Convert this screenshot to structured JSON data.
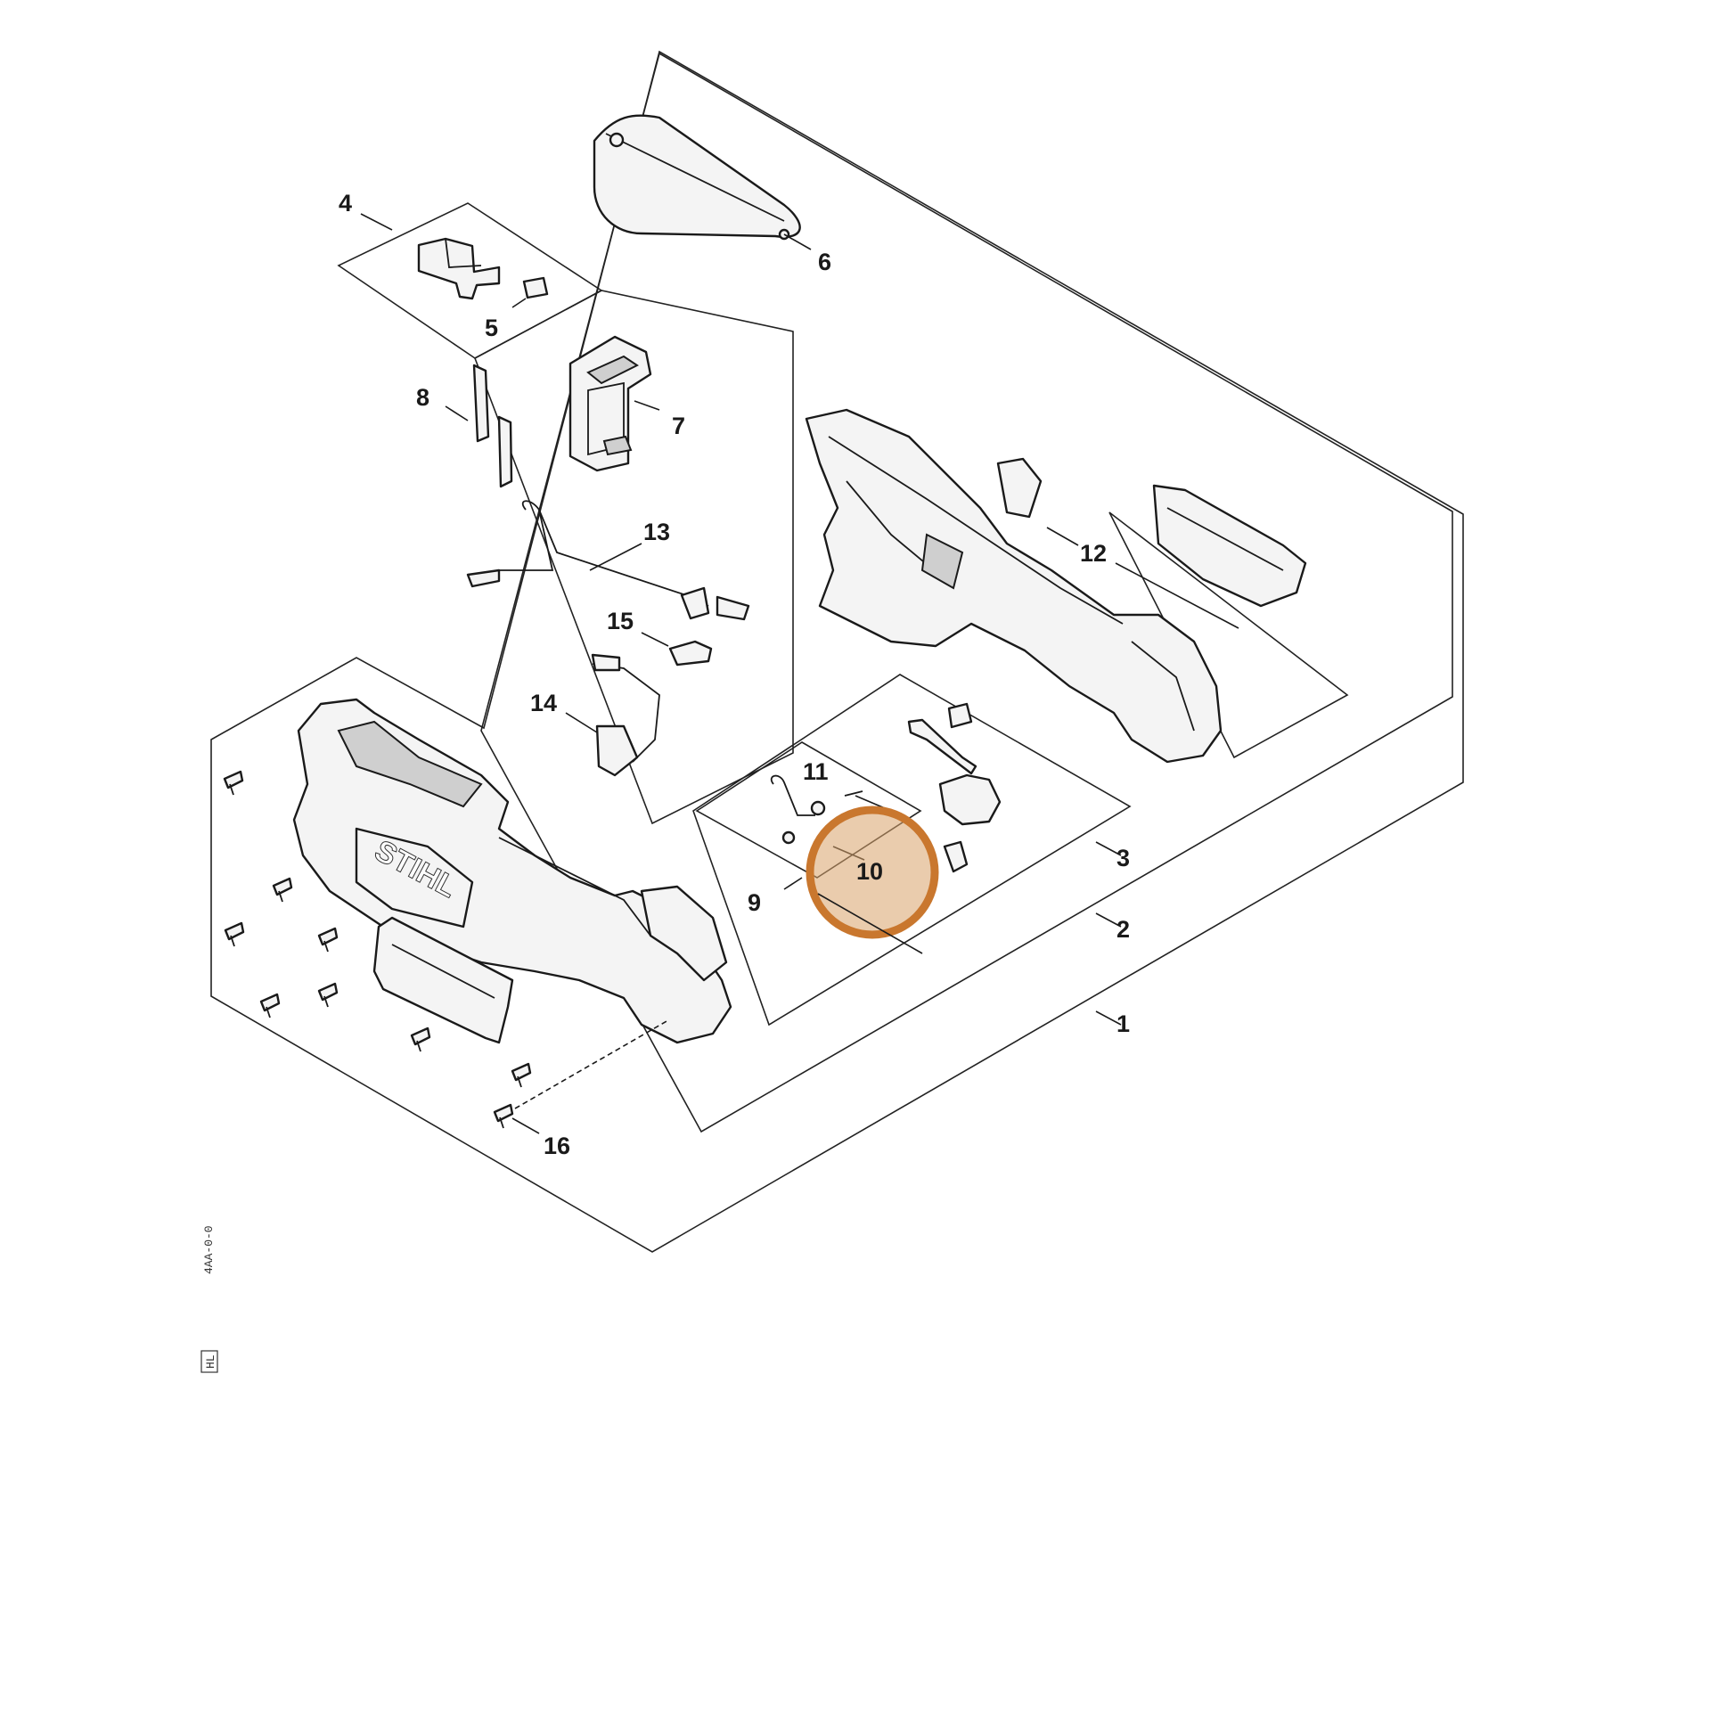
{
  "diagram": {
    "brand_logo": "STIHL",
    "reference_code": "4AA-0-0",
    "reference_box": "HL",
    "highlight_color": "#c9772e"
  },
  "callouts": [
    {
      "id": "1",
      "label": "1"
    },
    {
      "id": "2",
      "label": "2"
    },
    {
      "id": "3",
      "label": "3"
    },
    {
      "id": "4",
      "label": "4"
    },
    {
      "id": "5",
      "label": "5"
    },
    {
      "id": "6",
      "label": "6"
    },
    {
      "id": "7",
      "label": "7"
    },
    {
      "id": "8",
      "label": "8"
    },
    {
      "id": "9",
      "label": "9"
    },
    {
      "id": "10",
      "label": "10",
      "highlighted": true
    },
    {
      "id": "11",
      "label": "11"
    },
    {
      "id": "12",
      "label": "12"
    },
    {
      "id": "13",
      "label": "13"
    },
    {
      "id": "14",
      "label": "14"
    },
    {
      "id": "15",
      "label": "15"
    },
    {
      "id": "16",
      "label": "16"
    }
  ]
}
